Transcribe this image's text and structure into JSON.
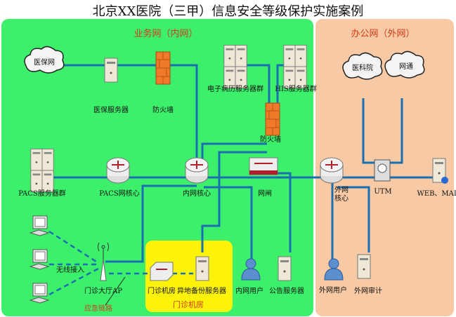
{
  "title": "北京XX医院（三甲）信息安全等级保护实施案例",
  "zones": {
    "inner": "业务网（内网）",
    "outer": "办公网（外网）",
    "clinic": "门诊机房"
  },
  "nodes": {
    "yibao_net": "医保网",
    "yibao_server": "医保服务器",
    "firewall1": "防火墙",
    "emr_cluster": "电子病历服务器群",
    "his_cluster": "HIS服务器群",
    "firewall2": "防火墙",
    "pacs_cluster": "PACS服务器群",
    "pacs_core": "PACS网核心",
    "inner_core": "内网核心",
    "gatekeeper": "网闸",
    "outer_core_1": "外网",
    "outer_core_2": "核心",
    "utm": "UTM",
    "web_mail": "WEB、MAIL",
    "yikeyuan": "医科院",
    "wangtong": "网通",
    "wireless": "无线接入",
    "ap": "门诊大厅AP",
    "clinic_switch": "门诊机房",
    "backup_server": "异地备份服务器",
    "inner_user": "内网用户",
    "notice_server": "公告服务器",
    "outer_user": "外网用户",
    "outer_audit": "外网审计",
    "emergency": "应急链路"
  },
  "colors": {
    "inner_zone": "#3df06c",
    "outer_zone": "#f7c9a4",
    "clinic_zone": "#fcf20a",
    "link": "#1a6fb0",
    "label_red": "#d43a1a"
  }
}
